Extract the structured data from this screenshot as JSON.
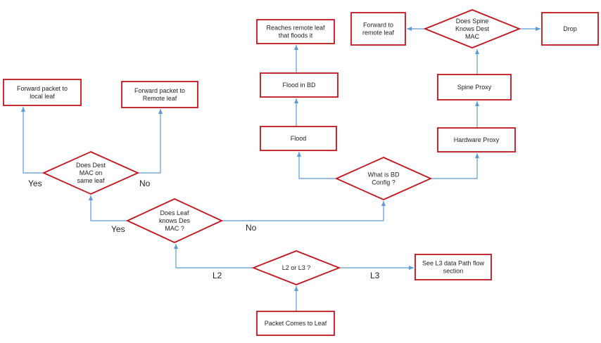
{
  "colors": {
    "border": "#c0151b",
    "arrow": "#5b9bd5",
    "text": "#222222",
    "fill": "#ffffff"
  },
  "nodes": [
    {
      "id": "packet-comes",
      "type": "box",
      "lines": [
        "Packet Comes to Leaf"
      ]
    },
    {
      "id": "l2-or-l3",
      "type": "diamond",
      "lines": [
        "L2 or L3 ?"
      ]
    },
    {
      "id": "see-l3",
      "type": "box",
      "lines": [
        "See L3 data Path flow",
        "section"
      ]
    },
    {
      "id": "leaf-knows",
      "type": "diamond",
      "lines": [
        "Does Leaf",
        "knows Des",
        "MAC ?"
      ]
    },
    {
      "id": "dest-mac-same",
      "type": "diamond",
      "lines": [
        "Does Dest",
        "MAC on",
        "same leaf"
      ]
    },
    {
      "id": "fwd-local",
      "type": "box",
      "lines": [
        "Forward packet to",
        "local leaf"
      ]
    },
    {
      "id": "fwd-remote",
      "type": "box",
      "lines": [
        "Forward packet to",
        "Remote leaf"
      ]
    },
    {
      "id": "bd-config",
      "type": "diamond",
      "lines": [
        "What is BD",
        "Config ?"
      ]
    },
    {
      "id": "flood",
      "type": "box",
      "lines": [
        "Flood"
      ]
    },
    {
      "id": "flood-bd",
      "type": "box",
      "lines": [
        "Flood in BD"
      ]
    },
    {
      "id": "reaches-remote",
      "type": "box",
      "lines": [
        "Reaches remote leaf",
        "that floods it"
      ]
    },
    {
      "id": "hw-proxy",
      "type": "box",
      "lines": [
        "Hardware Proxy"
      ]
    },
    {
      "id": "spine-proxy",
      "type": "box",
      "lines": [
        "Spine Proxy"
      ]
    },
    {
      "id": "spine-knows",
      "type": "diamond",
      "lines": [
        "Does Spine",
        "Knows Dest",
        "MAC"
      ]
    },
    {
      "id": "fwd-remote-2",
      "type": "box",
      "lines": [
        "Forward to",
        "remote leaf"
      ]
    },
    {
      "id": "drop",
      "type": "box",
      "lines": [
        "Drop"
      ]
    }
  ],
  "edge_labels": [
    {
      "id": "l2",
      "text": "L2"
    },
    {
      "id": "l3",
      "text": "L3"
    },
    {
      "id": "yes-1",
      "text": "Yes"
    },
    {
      "id": "no-1",
      "text": "No"
    },
    {
      "id": "yes-2",
      "text": "Yes"
    },
    {
      "id": "no-2",
      "text": "No"
    }
  ]
}
